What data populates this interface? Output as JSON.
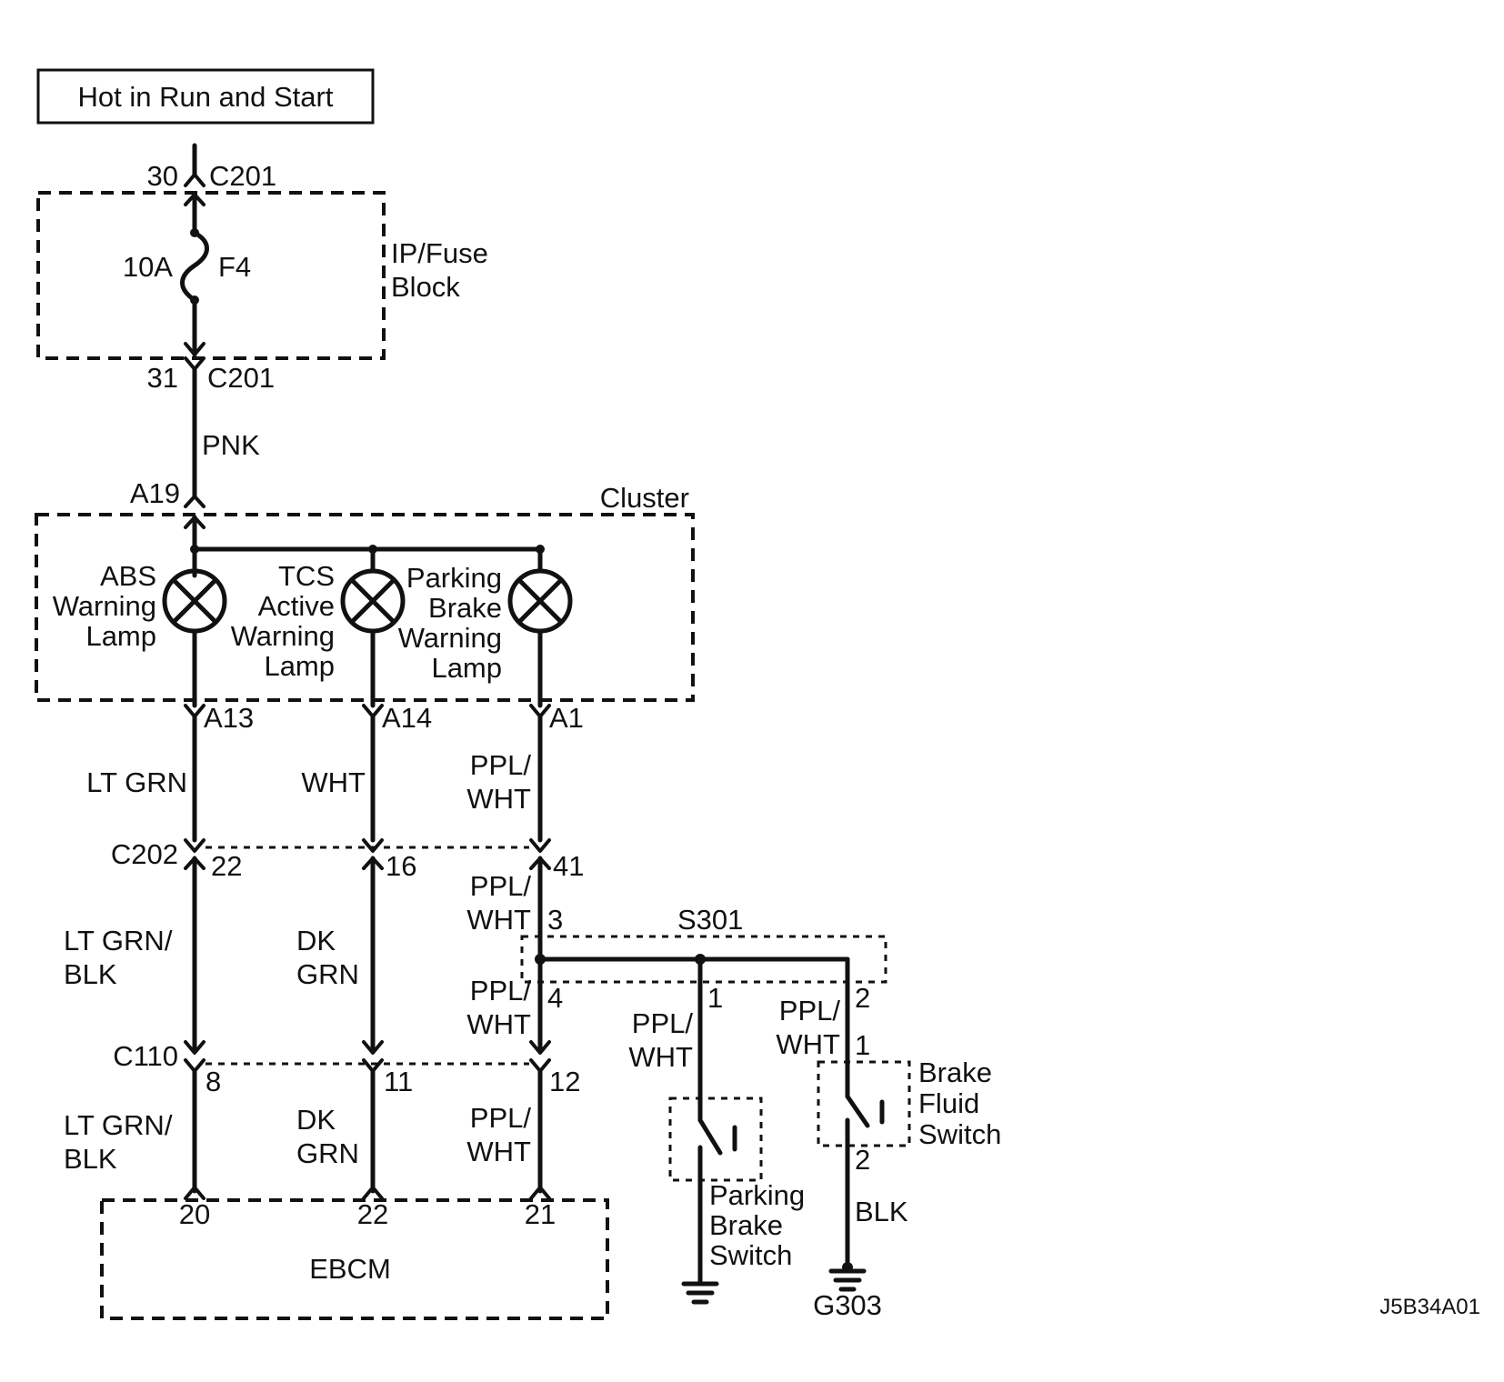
{
  "header": {
    "power_label": "Hot in Run and Start"
  },
  "connectors": {
    "c201": "C201",
    "c202": "C202",
    "c110": "C110",
    "a19": "A19",
    "a13": "A13",
    "a14": "A14",
    "a1": "A1",
    "s301": "S301",
    "g303": "G303"
  },
  "pins": {
    "c201_top": "30",
    "c201_bottom": "31",
    "c202_abs": "22",
    "c202_tcs": "16",
    "c202_park": "41",
    "c110_abs": "8",
    "c110_tcs": "11",
    "c110_park": "12",
    "ebcm_abs": "20",
    "ebcm_tcs": "22",
    "ebcm_park": "21",
    "s301_in": "3",
    "s301_down": "4",
    "s301_pb": "1",
    "s301_bf": "2",
    "bf_top": "1",
    "bf_bottom": "2"
  },
  "fuse_block": {
    "label_line1": "IP/Fuse",
    "label_line2": "Block",
    "rating": "10A",
    "name": "F4"
  },
  "cluster": {
    "label": "Cluster",
    "abs_lamp": [
      "ABS",
      "Warning",
      "Lamp"
    ],
    "tcs_lamp": [
      "TCS",
      "Active",
      "Warning",
      "Lamp"
    ],
    "park_lamp": [
      "Parking",
      "Brake",
      "Warning",
      "Lamp"
    ]
  },
  "wires": {
    "pnk": "PNK",
    "lt_grn": "LT GRN",
    "wht": "WHT",
    "ppl": "PPL/",
    "ppl_wht": "WHT",
    "lt_grn_blk_1": "LT GRN/",
    "lt_grn_blk_2": "BLK",
    "dk": "DK",
    "grn": "GRN",
    "blk": "BLK"
  },
  "modules": {
    "ebcm": "EBCM"
  },
  "switches": {
    "parking_brake": [
      "Parking",
      "Brake",
      "Switch"
    ],
    "brake_fluid": [
      "Brake",
      "Fluid",
      "Switch"
    ]
  },
  "figure_ref": "J5B34A01"
}
